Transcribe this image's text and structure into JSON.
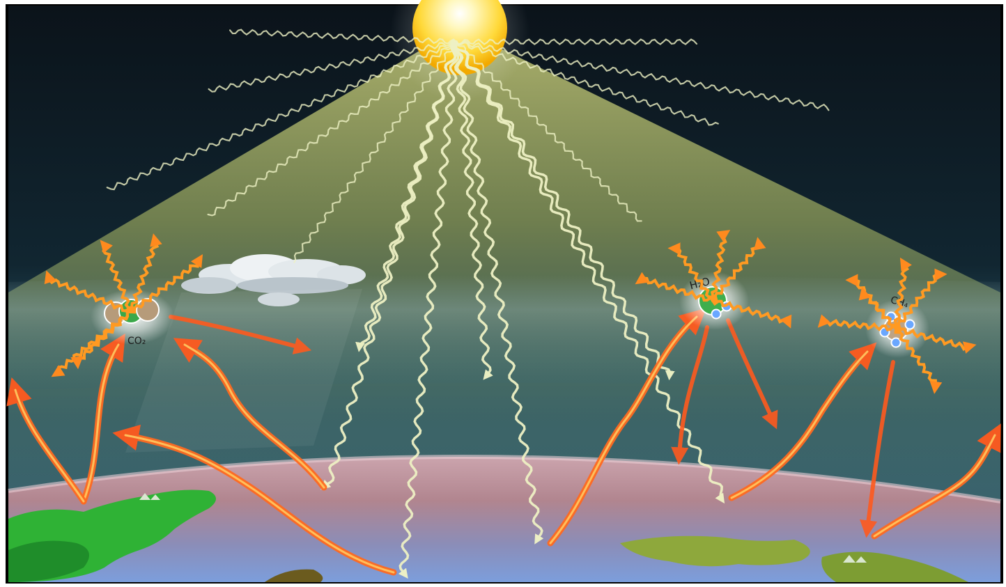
{
  "diagram": {
    "molecules": [
      {
        "id": "co2",
        "formula": "CO₂",
        "atoms": [
          "carbon",
          "oxygen",
          "oxygen"
        ]
      },
      {
        "id": "h2o",
        "formula": "H₂O",
        "atoms": [
          "oxygen",
          "hydrogen",
          "hydrogen"
        ]
      },
      {
        "id": "ch4",
        "formula": "CH₄",
        "atoms": [
          "carbon",
          "hydrogen",
          "hydrogen",
          "hydrogen",
          "hydrogen"
        ]
      }
    ],
    "elements": {
      "sun": "sun",
      "clouds": "cloud",
      "earth": "earth-surface",
      "incoming": "incoming-solar-radiation",
      "outgoing": "outgoing-infrared-radiation",
      "reemitted": "re-emitted-infrared-radiation"
    },
    "colors": {
      "sky_top": "#0b141c",
      "sky_mid": "#16333f",
      "atmosphere_band": "#3f6a73",
      "sunlight_cone": "#a9b56a",
      "sun_core": "#fffbe0",
      "sun_edge": "#f5b800",
      "solar_wave": "#eef2c0",
      "infrared_start": "#ffc04d",
      "infrared_end": "#ff5a1e",
      "earth_pink": "#b98d99",
      "earth_blue": "#7f9fd6",
      "land_green": "#32b53a",
      "land_olive": "#8ca73c",
      "cloud": "#e6ecf0"
    }
  }
}
